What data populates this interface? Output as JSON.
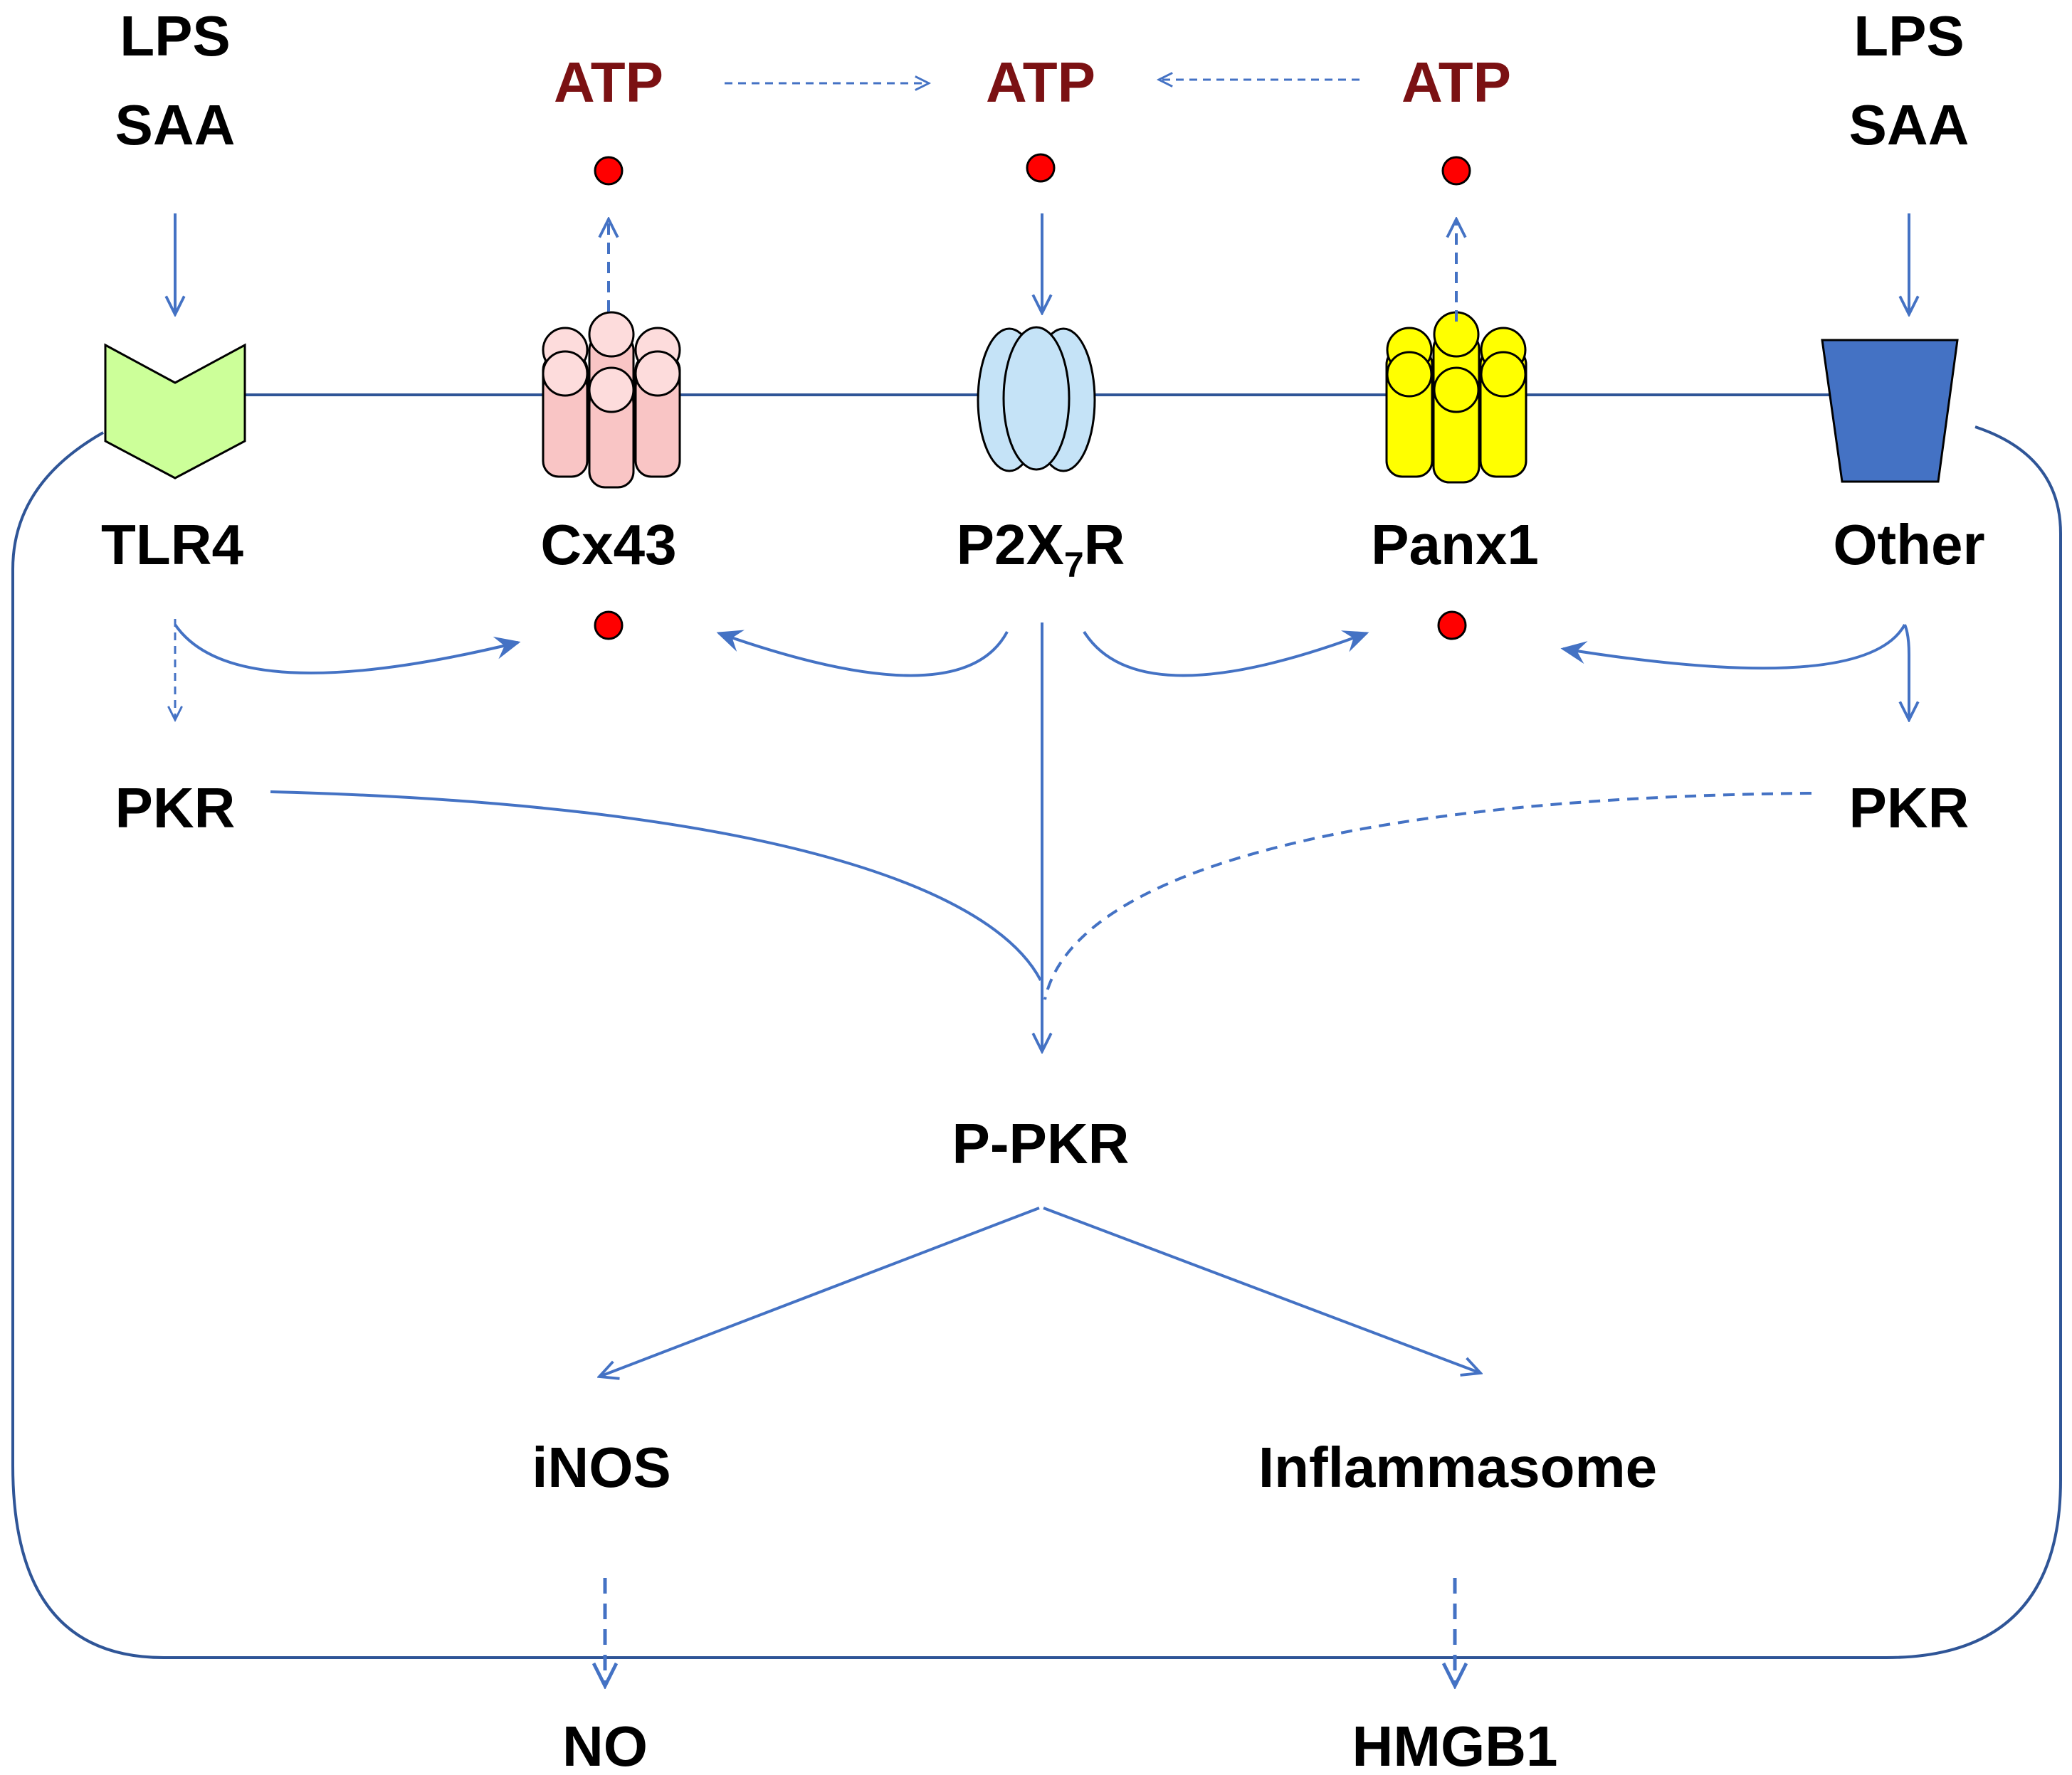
{
  "labels": {
    "lps_left": "LPS",
    "saa_left": "SAA",
    "lps_right": "LPS",
    "saa_right": "SAA",
    "atp_left": "ATP",
    "atp_center": "ATP",
    "atp_right": "ATP",
    "tlr4": "TLR4",
    "cx43": "Cx43",
    "p2x7r_main": "P2X",
    "p2x7r_sub": "7",
    "p2x7r_tail": "R",
    "panx1": "Panx1",
    "other": "Other",
    "pkr_left": "PKR",
    "pkr_right": "PKR",
    "p_pkr": "P-PKR",
    "inos": "iNOS",
    "inflammasome": "Inflammasome",
    "no": "NO",
    "hmgb1": "HMGB1"
  },
  "icons": {
    "tlr4": "tlr4-receptor-icon",
    "cx43": "connexin-hemichannel-icon",
    "p2x7r": "p2x7-receptor-icon",
    "panx1": "pannexin-channel-icon",
    "other": "other-receptor-icon"
  },
  "colors": {
    "arrow": "#4472c4",
    "membrane": "#2f5597",
    "atp_text": "#7b1113",
    "atp_dot": "#ff0000",
    "tlr4_fill": "#ccff99",
    "cx43_fill": "#f9c5c5",
    "p2x7r_fill": "#c5e3f7",
    "panx1_fill": "#ffff00",
    "other_fill": "#4472c4"
  }
}
